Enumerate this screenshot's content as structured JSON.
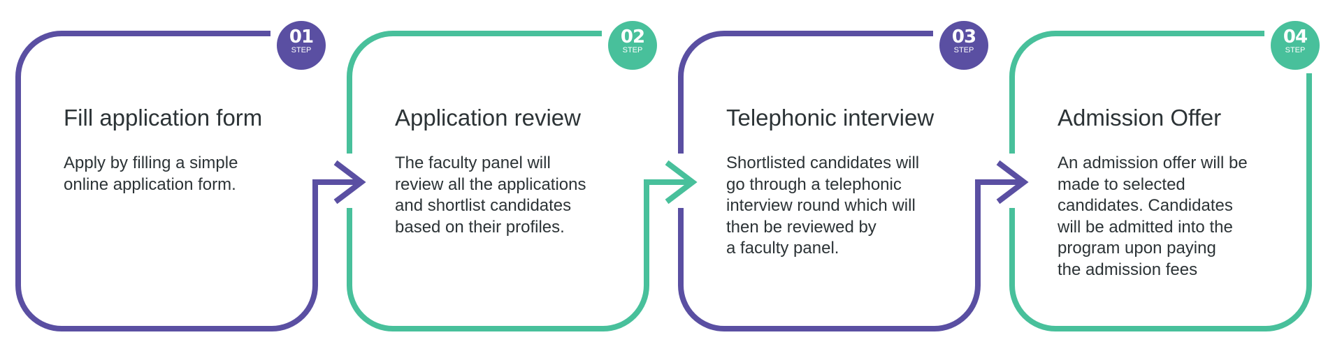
{
  "colors": {
    "purple": "#5a4fa2",
    "green": "#48c09b"
  },
  "steps": [
    {
      "number": "01",
      "step_label": "STEP",
      "color": "purple",
      "title": "Fill application form",
      "lines": [
        "Apply by filling a simple",
        "online application form."
      ]
    },
    {
      "number": "02",
      "step_label": "STEP",
      "color": "green",
      "title": "Application review",
      "lines": [
        "The faculty panel will",
        "review all the applications",
        "and shortlist candidates",
        "based on their profiles."
      ]
    },
    {
      "number": "03",
      "step_label": "STEP",
      "color": "purple",
      "title": "Telephonic interview",
      "lines": [
        "Shortlisted candidates will",
        "go through a telephonic",
        "interview round which will",
        "then be reviewed by",
        "a faculty panel."
      ]
    },
    {
      "number": "04",
      "step_label": "STEP",
      "color": "green",
      "title": "Admission Offer",
      "lines": [
        "An admission offer will be",
        "made to selected",
        "candidates. Candidates",
        "will be admitted into the",
        "program upon paying",
        "the admission fees"
      ]
    }
  ]
}
